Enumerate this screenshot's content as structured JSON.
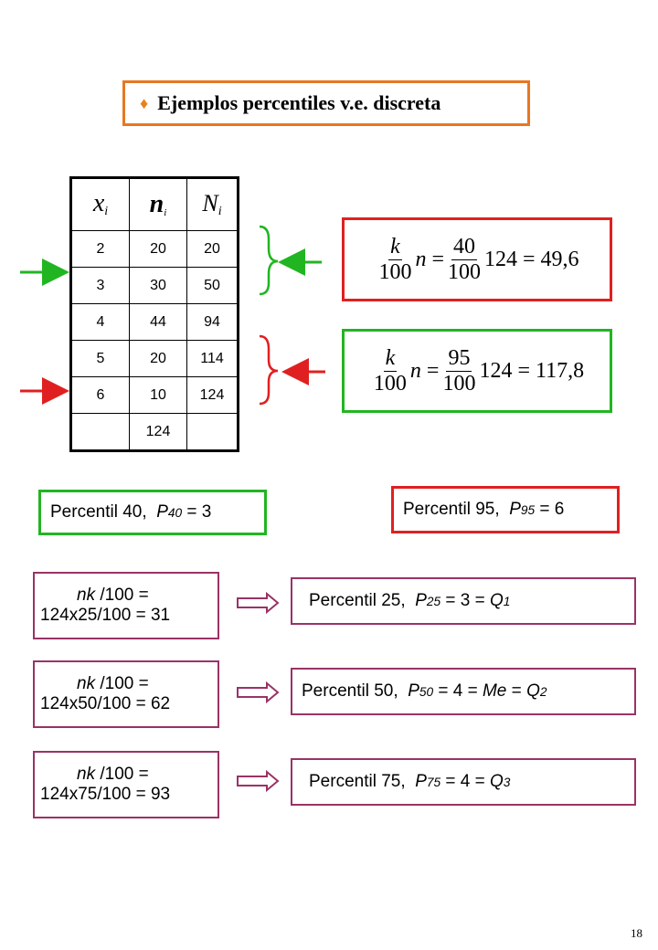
{
  "title": {
    "bullet": "♦",
    "text": "Ejemplos percentiles v.e. discreta"
  },
  "table": {
    "headers": {
      "x": "x",
      "x_sub": "i",
      "n": "n",
      "n_sub": "i",
      "N": "N",
      "N_sub": "i"
    },
    "rows": [
      [
        "2",
        "20",
        "20"
      ],
      [
        "3",
        "30",
        "50"
      ],
      [
        "4",
        "44",
        "94"
      ],
      [
        "5",
        "20",
        "114"
      ],
      [
        "6",
        "10",
        "124"
      ]
    ],
    "total": "124"
  },
  "formula_red": {
    "k": "k",
    "hundred": "100",
    "n": "n",
    "eq": "=",
    "num": "40",
    "rest": "124 = 49,6"
  },
  "formula_green": {
    "k": "k",
    "hundred": "100",
    "n": "n",
    "eq": "=",
    "num": "95",
    "rest": "124 = 117,8"
  },
  "p40": {
    "label": "Percentil 40,",
    "P": "P",
    "sub": "40",
    "value": "= 3"
  },
  "p95": {
    "label": "Percentil 95,",
    "P": "P",
    "sub": "95",
    "value": "= 6"
  },
  "calcs": [
    {
      "line1_nk": "nk",
      "line1_rest": " /100 =",
      "line2": "124x25/100 = 31"
    },
    {
      "line1_nk": "nk",
      "line1_rest": " /100 =",
      "line2": "124x50/100 = 62"
    },
    {
      "line1_nk": "nk",
      "line1_rest": " /100 =",
      "line2": "124x75/100 = 93"
    }
  ],
  "results": [
    {
      "label": "Percentil 25,",
      "P": "P",
      "sub": "25",
      "mid": "= 3 =",
      "Q": "Q",
      "qsub": "1"
    },
    {
      "label": "Percentil 50,",
      "P": "P",
      "sub": "50",
      "mid": "= 4 =",
      "Me": "Me",
      "eq2": "=",
      "Q": "Q",
      "qsub": "2"
    },
    {
      "label": "Percentil 75,",
      "P": "P",
      "sub": "75",
      "mid": "= 4 =",
      "Q": "Q",
      "qsub": "3"
    }
  ],
  "colors": {
    "orange": "#e87722",
    "red": "#e02020",
    "green": "#22b522",
    "purple": "#993366"
  },
  "page_number": "18"
}
